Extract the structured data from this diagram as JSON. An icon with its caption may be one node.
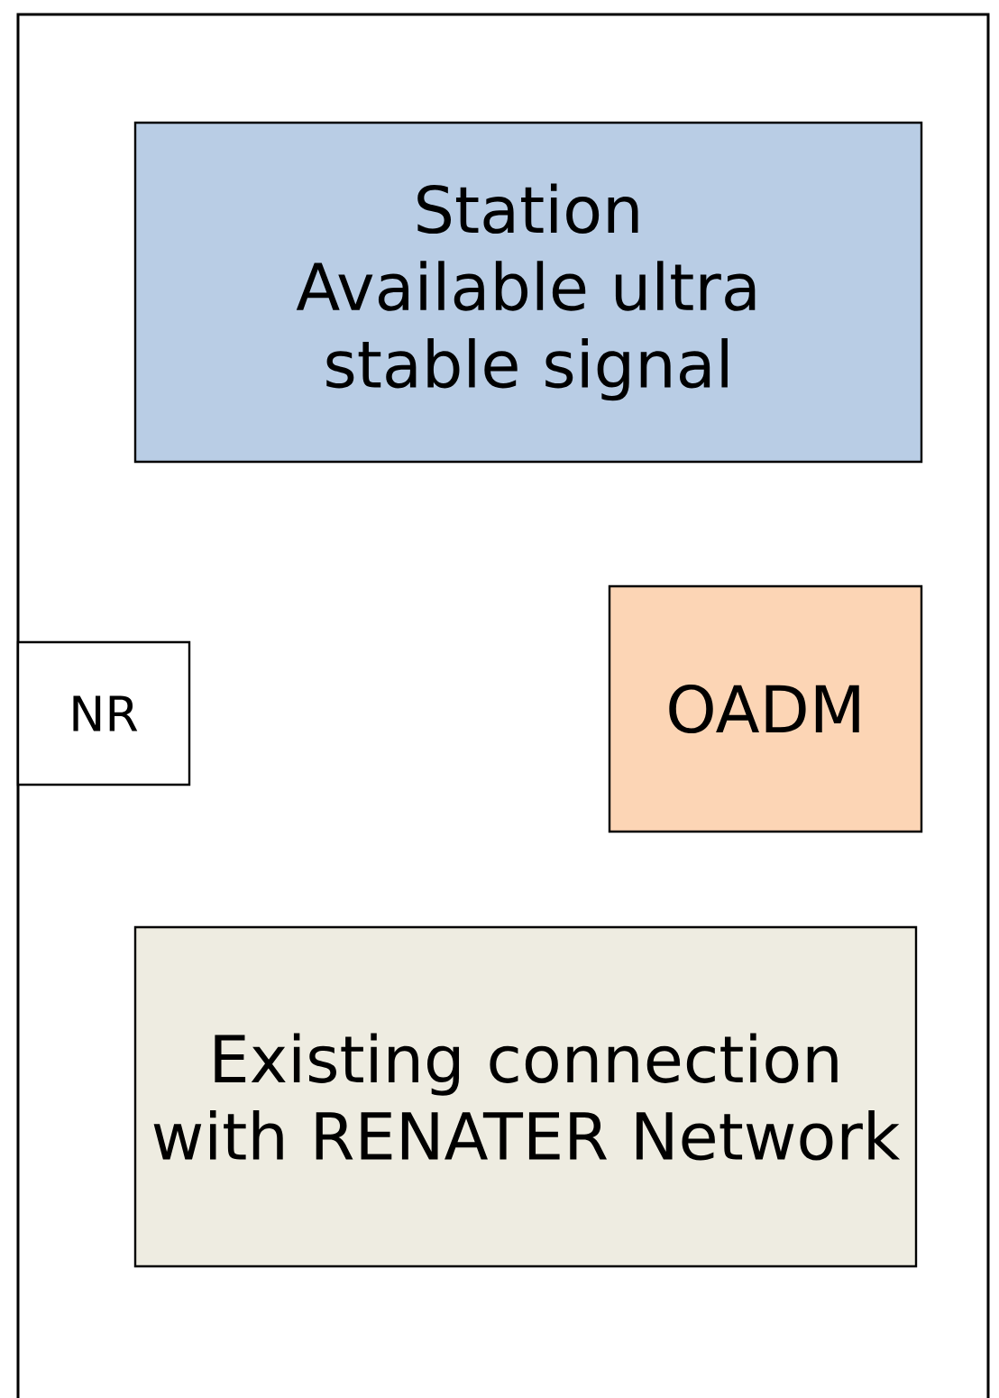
{
  "diagram": {
    "nodes": [
      {
        "text": [
          "Station",
          "Available ultra stable signal"
        ]
      },
      {
        "text": [
          "NR"
        ]
      },
      {
        "text": [
          "OADM"
        ]
      },
      {
        "text": [
          "Existing connection with RENATER Network"
        ]
      }
    ]
  }
}
